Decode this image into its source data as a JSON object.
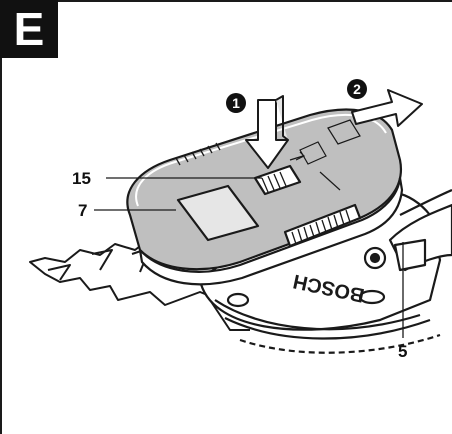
{
  "figure": {
    "badge": "E",
    "steps": [
      {
        "number": "1"
      },
      {
        "number": "2"
      }
    ],
    "callouts": {
      "c15": "15",
      "c7": "7",
      "c5": "5"
    },
    "brand_text": "BOSCH"
  },
  "colors": {
    "outline": "#1a1a1a",
    "cover_fill": "#bfbfbf",
    "housing_fill": "#ffffff",
    "shadow": "#d9d9d9"
  }
}
